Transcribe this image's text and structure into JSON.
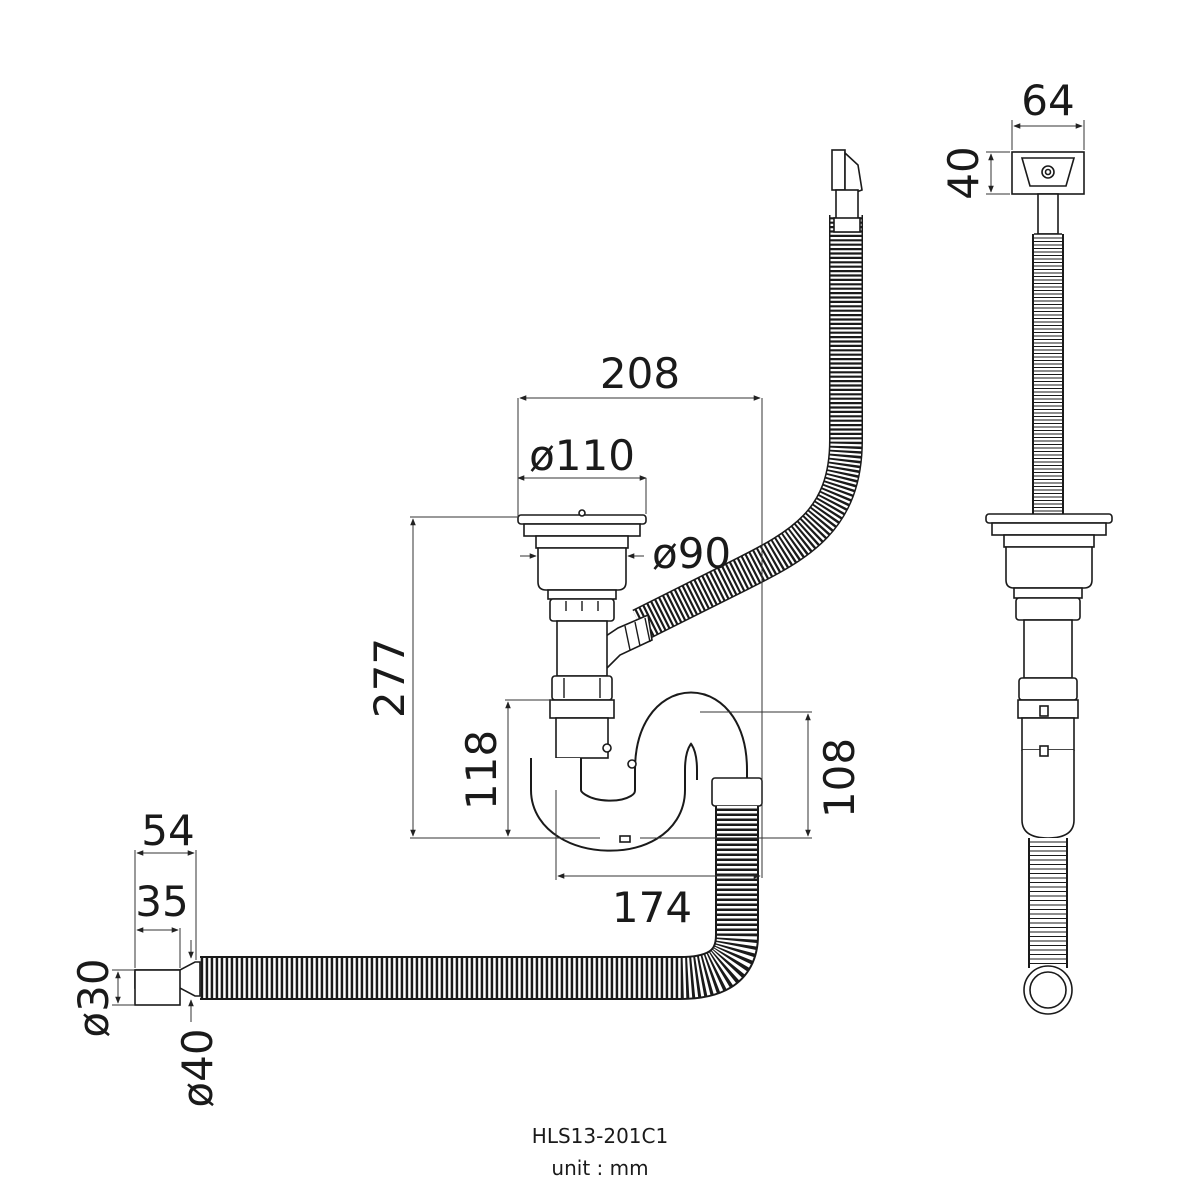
{
  "dimensions": {
    "overall_width": "208",
    "strainer_diameter": "ø110",
    "body_diameter": "ø90",
    "overall_height": "277",
    "trap_inlet_height": "118",
    "trap_height": "108",
    "trap_width": "174",
    "outlet_length": "54",
    "outlet_tail_length": "35",
    "outlet_diameter": "ø30",
    "hose_diameter": "ø40",
    "overflow_width": "64",
    "overflow_height": "40"
  },
  "caption": {
    "model": "HLS13-201C1",
    "unit": "unit : mm"
  }
}
